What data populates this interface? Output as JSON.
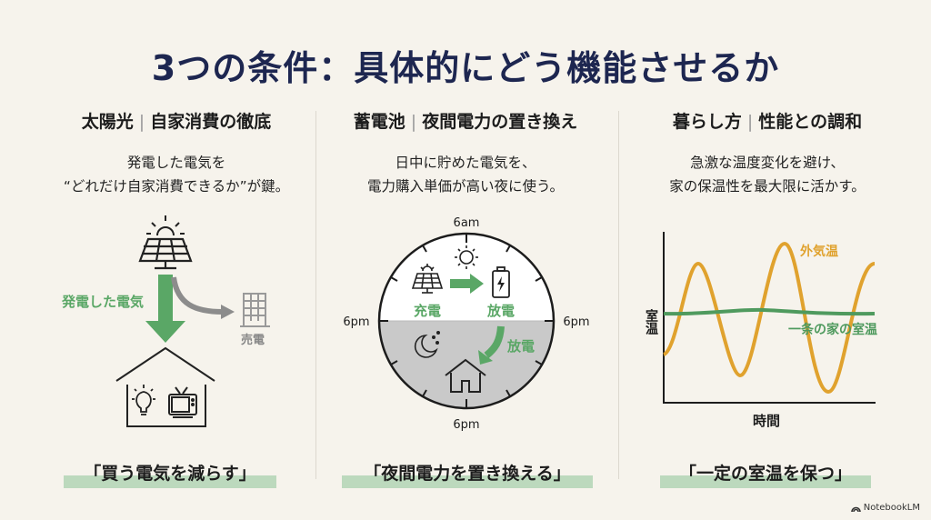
{
  "title": "3つの条件：具体的にどう機能させるか",
  "columns": [
    {
      "heading_left": "太陽光",
      "heading_sep": "|",
      "heading_right": "自家消費の徹底",
      "desc_lines": [
        "発電した電気を",
        "“どれだけ自家消費できるか”が鍵。"
      ],
      "diagram": {
        "arrow_label": "発電した電気",
        "sell_label": "売電",
        "icons": [
          "sun-icon",
          "solar-panel-icon",
          "building-icon",
          "house-icon",
          "light-bulb-icon",
          "tv-icon"
        ]
      },
      "keyphrase": "「買う電気を減らす」"
    },
    {
      "heading_left": "蓄電池",
      "heading_sep": "|",
      "heading_right": "夜間電力の置き換え",
      "desc_lines": [
        "日中に貯めた電気を、",
        "電力購入単価が高い夜に使う。"
      ],
      "diagram": {
        "clock_top": "6am",
        "clock_left": "6pm",
        "clock_right": "6pm",
        "clock_bottom": "6pm",
        "charge_label": "充電",
        "discharge_label": "放電",
        "night_discharge_label": "放電"
      },
      "keyphrase": "「夜間電力を置き換える」"
    },
    {
      "heading_left": "暮らし方",
      "heading_sep": "|",
      "heading_right": "性能との調和",
      "desc_lines": [
        "急激な温度変化を避け、",
        "家の保温性を最大限に活かす。"
      ],
      "keyphrase": "「一定の室温を保つ」"
    }
  ],
  "chart_data": {
    "type": "line",
    "title": "",
    "xlabel": "時間",
    "ylabel": "室温",
    "grid": false,
    "legend_position": "inline",
    "series": [
      {
        "name": "外気温",
        "color": "#e0a22e",
        "description": "large sinusoidal oscillation",
        "values": [
          0.25,
          0.85,
          0.15,
          0.95,
          0.05,
          0.85
        ]
      },
      {
        "name": "一条の家の室温",
        "color": "#4f9a5e",
        "description": "nearly flat line",
        "values": [
          0.5,
          0.5,
          0.51,
          0.52,
          0.5,
          0.5
        ]
      }
    ]
  },
  "colors": {
    "title": "#1d2650",
    "green": "#5aa766",
    "orange": "#e0a22e",
    "highlight": "#bcd9bd",
    "gray_arrow": "#8c8c8c"
  },
  "brand": "NotebookLM"
}
